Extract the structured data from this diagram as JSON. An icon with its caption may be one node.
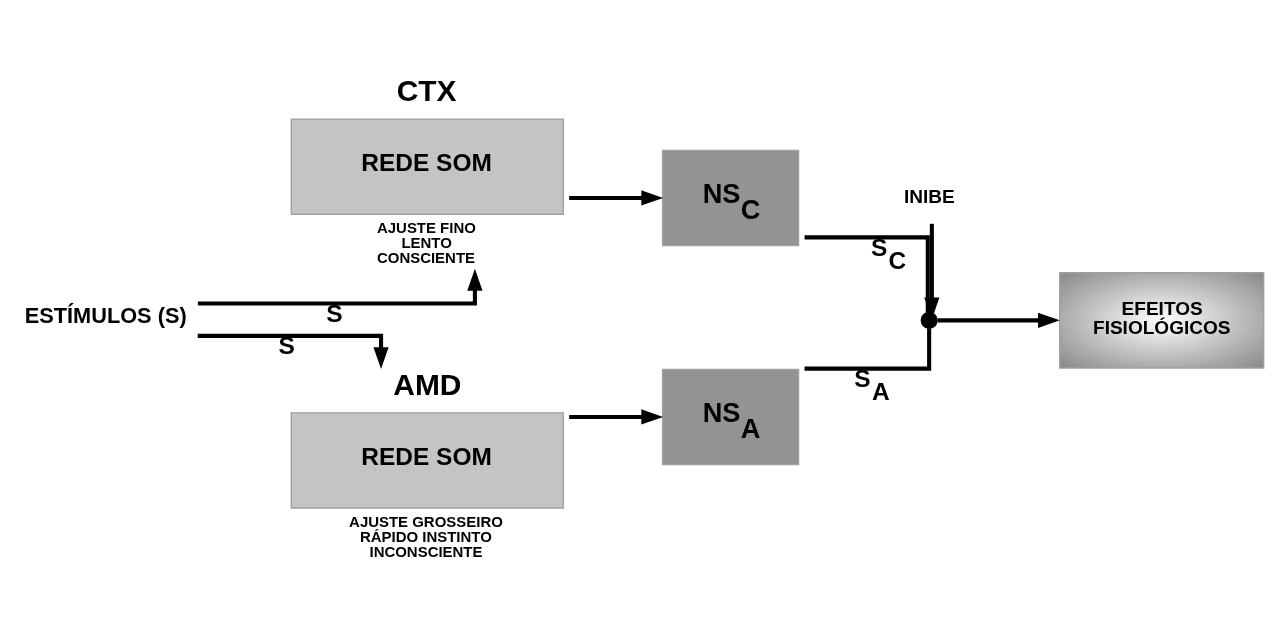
{
  "diagram": {
    "nodes": [
      {
        "text": [
          "ESTÍMULOS (S)"
        ]
      },
      {
        "text": [
          "CTX",
          "REDE SOM"
        ],
        "beside": [
          "AJUSTE FINO LENTO CONSCIENTE"
        ]
      },
      {
        "text": [
          "NS$_{C}$"
        ]
      },
      {
        "text": [
          "AMD",
          "REDE SOM"
        ],
        "beside": [
          "AJUSTE GROSSEIRO RÁPIDO INSTINTO INCONSCIENTE"
        ]
      },
      {
        "text": [
          "NS$_{A}$"
        ]
      },
      {
        "text": [
          "EFEITOS FISIOLÓGICOS"
        ]
      },
      {
        "text": [],
        "shape": "circle"
      },
      {
        "text": [
          "INIBE"
        ]
      }
    ],
    "edges": [
      {
        "from": 0,
        "to": 1,
        "arrow": "to",
        "label": "S"
      },
      {
        "from": 0,
        "to": 3,
        "arrow": "to",
        "label": "S"
      },
      {
        "from": 1,
        "to": 2,
        "arrow": "to"
      },
      {
        "from": 3,
        "to": 4,
        "arrow": "to"
      },
      {
        "from": 2,
        "to": 6,
        "arrow": "none",
        "label": "S$_{C}$"
      },
      {
        "from": 4,
        "to": 6,
        "arrow": "none",
        "label": "S$_{A}$"
      },
      {
        "from": 6,
        "to": 5,
        "arrow": "to"
      },
      {
        "from": 7,
        "to": 6,
        "arrow": "to"
      }
    ]
  }
}
